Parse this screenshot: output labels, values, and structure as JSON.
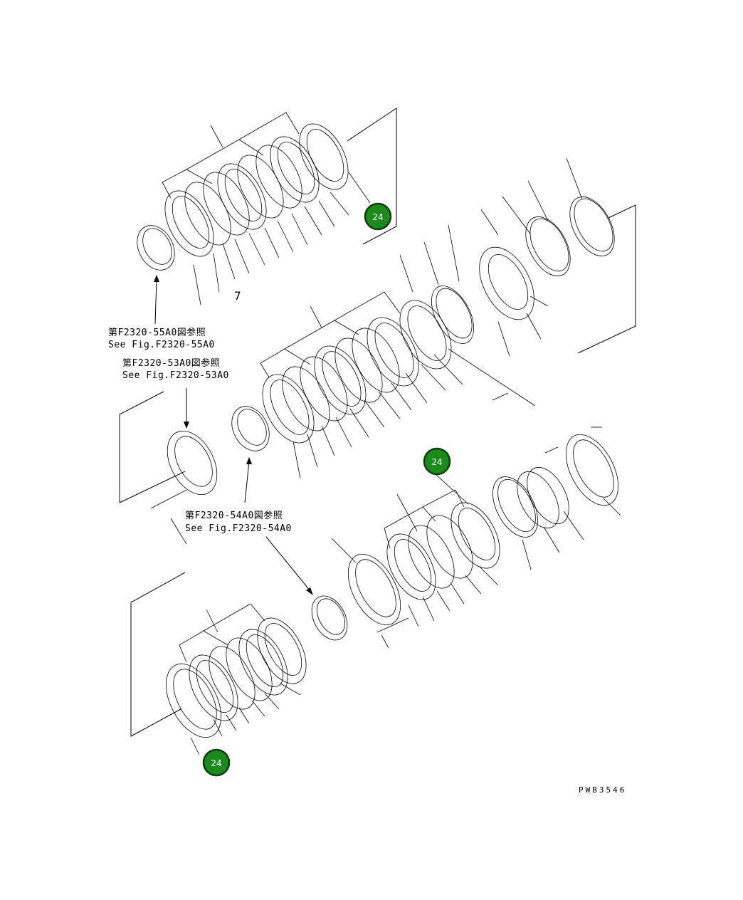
{
  "references": [
    {
      "jp": "第F2320-55A0図参照",
      "en": "See Fig.F2320-55A0"
    },
    {
      "jp": "第F2320-53A0図参照",
      "en": "See Fig.F2320-53A0"
    },
    {
      "jp": "第F2320-54A0図参照",
      "en": "See Fig.F2320-54A0"
    }
  ],
  "part_number_label": "7",
  "callout_badges": [
    "24",
    "24",
    "24"
  ],
  "drawing_id": "PWB3546",
  "colors": {
    "badge_fill": "#1c8a1c",
    "badge_border": "#0a3d0a",
    "line": "#000000"
  }
}
